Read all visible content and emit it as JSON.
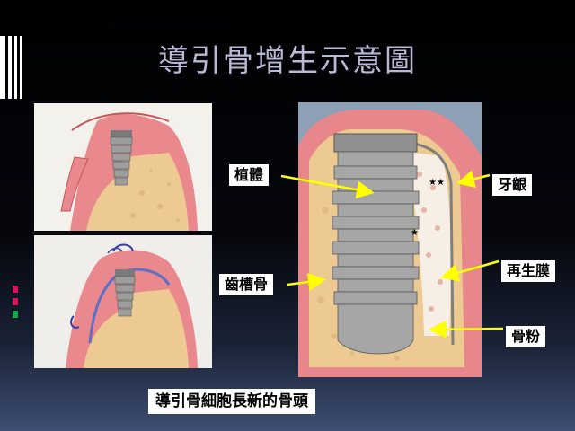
{
  "slide": {
    "title": "導引骨增生示意圖",
    "caption": "導引骨細胞長新的骨頭"
  },
  "labels": {
    "implant": "植體",
    "alveolar_bone": "齒槽骨",
    "gum": "牙齦",
    "membrane": "再生膜",
    "bone_powder": "骨粉"
  },
  "colors": {
    "title_text": "#b9b9d6",
    "arrow": "#ffff00",
    "label_bg": "#ffffff",
    "gum": "#e8878b",
    "bone": "#e9c98c",
    "implant": "#9a9a9a",
    "side_accents": [
      "#d4145a",
      "#1aa64b"
    ]
  }
}
